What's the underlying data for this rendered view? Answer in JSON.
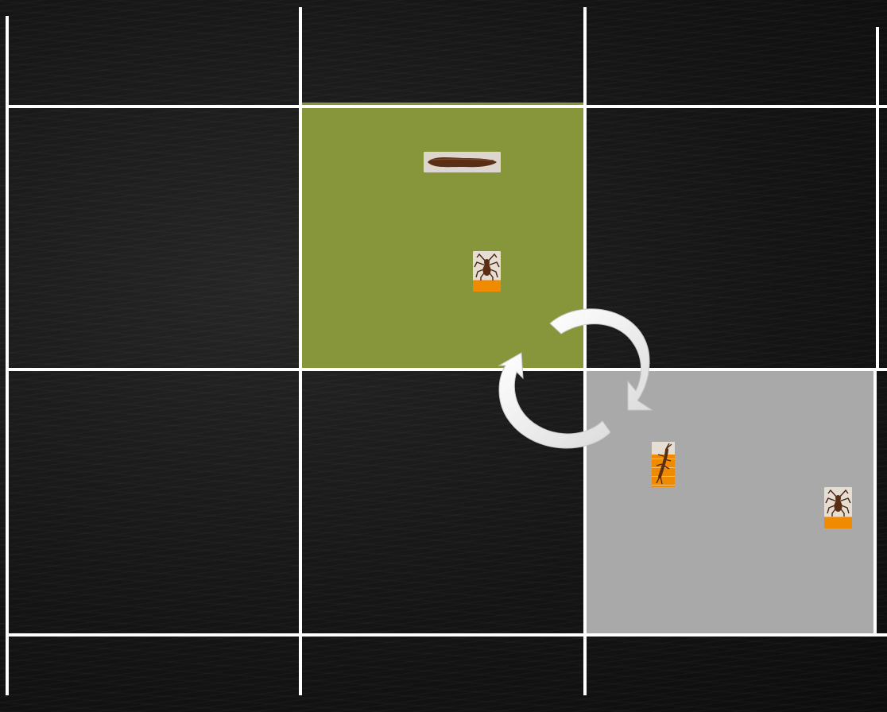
{
  "board": {
    "columns": 4,
    "rows": 3,
    "background": "chalkboard",
    "grid_line_color": "#ffffff"
  },
  "highlights": [
    {
      "cell": "row-1-col-2",
      "color": "#87963b",
      "meaning": "source"
    },
    {
      "cell": "row-2-col-3",
      "color": "#a9a9a9",
      "meaning": "target"
    }
  ],
  "pieces": [
    {
      "name": "larva",
      "cell": "row-1-col-2",
      "icon": "larva-icon"
    },
    {
      "name": "spider",
      "cell": "row-1-col-2",
      "icon": "spider-icon",
      "bar_color": "#f08a00"
    },
    {
      "name": "earwig",
      "cell": "row-2-col-3",
      "icon": "earwig-icon",
      "bar_color": "#f08a00"
    },
    {
      "name": "spider",
      "cell": "row-2-col-3",
      "icon": "spider-icon",
      "bar_color": "#f08a00"
    }
  ],
  "swap_indicator": {
    "icon": "swap-arrows-icon",
    "color": "#ffffff"
  }
}
